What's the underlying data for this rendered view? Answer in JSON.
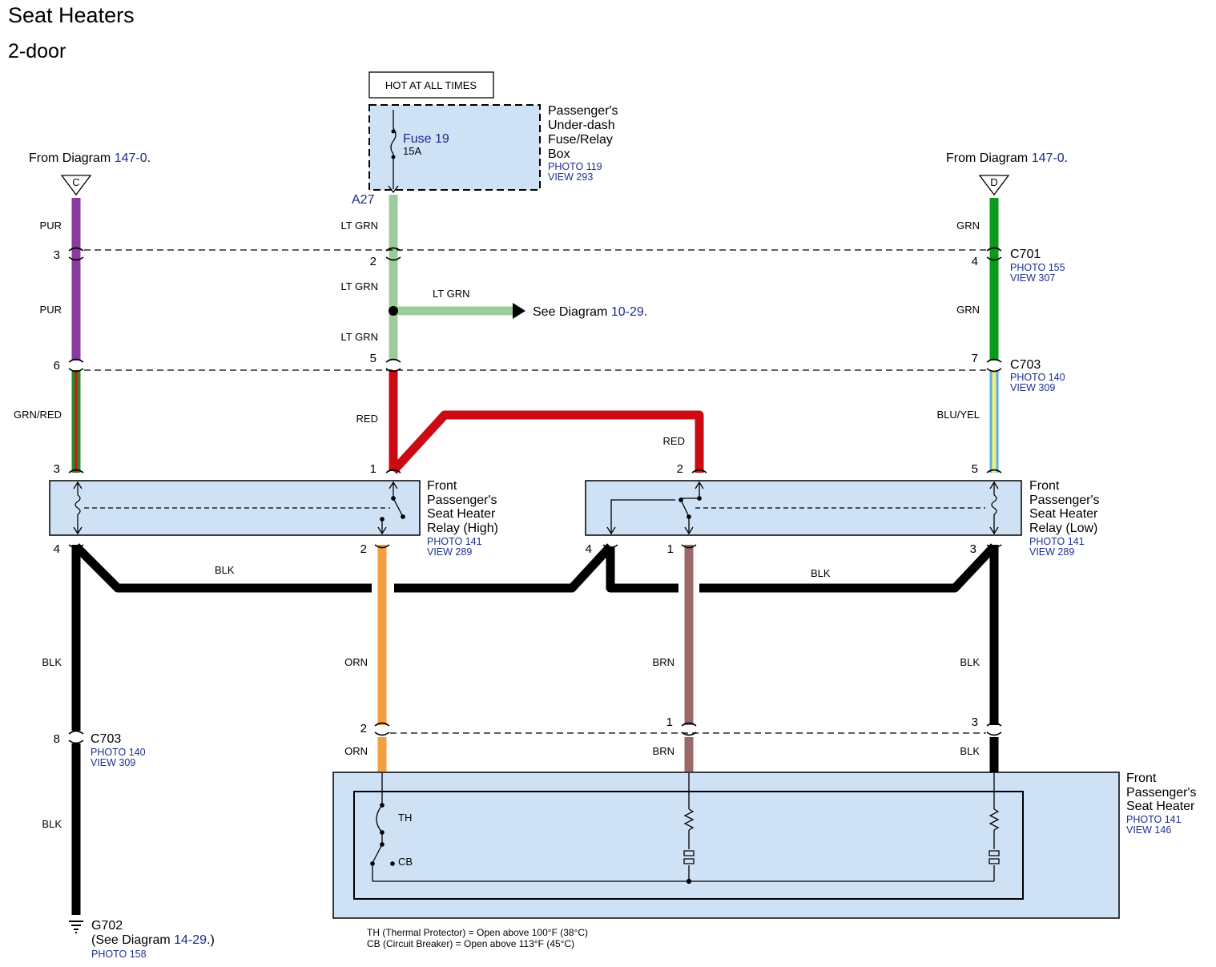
{
  "page": {
    "title": "Seat Heaters",
    "subtitle": "2-door"
  },
  "power": {
    "hot_label": "HOT AT ALL TIMES",
    "fuse_name": "Fuse 19",
    "fuse_rating": "15A",
    "fuse_box_label": [
      "Passenger's",
      "Under-dash",
      "Fuse/Relay",
      "Box"
    ],
    "fuse_box_photo": "PHOTO 119",
    "fuse_box_view": "VIEW 293",
    "terminal": "A27"
  },
  "sources": {
    "left": {
      "prefix": "From  Diagram  ",
      "ref": "147-0",
      "suffix": ".",
      "letter": "C"
    },
    "right": {
      "prefix": "From  Diagram  ",
      "ref": "147-0",
      "suffix": ".",
      "letter": "D"
    }
  },
  "see_diagram": {
    "prefix": "See  Diagram  ",
    "ref": "10-29",
    "suffix": "."
  },
  "connectors": {
    "c701": {
      "name": "C701",
      "photo": "PHOTO 155",
      "view": "VIEW 307"
    },
    "c703_top": {
      "name": "C703",
      "photo": "PHOTO 140",
      "view": "VIEW 309"
    },
    "c703_left": {
      "name": "C703",
      "photo": "PHOTO 140",
      "view": "VIEW 309"
    }
  },
  "relay_high": {
    "label": [
      "Front",
      "Passenger's",
      "Seat Heater",
      "Relay (High)"
    ],
    "photo": "PHOTO 141",
    "view": "VIEW 289"
  },
  "relay_low": {
    "label": [
      "Front",
      "Passenger's",
      "Seat Heater",
      "Relay (Low)"
    ],
    "photo": "PHOTO 141",
    "view": "VIEW 289"
  },
  "heater": {
    "label": [
      "Front",
      "Passenger's",
      "Seat Heater"
    ],
    "photo": "PHOTO 141",
    "view": "VIEW 146",
    "th": "TH",
    "cb": "CB"
  },
  "ground": {
    "name": "G702",
    "prefix": "(See  Diagram  ",
    "ref": "14-29",
    "suffix": ".)",
    "photo": "PHOTO 158"
  },
  "notes": [
    "TH (Thermal Protector) = Open above 100°F (38°C)",
    "CB (Circuit Breaker) = Open above 113°F (45°C)"
  ],
  "wire_labels": {
    "pur1": "PUR",
    "pur2": "PUR",
    "grnred": "GRN/RED",
    "ltgrn1": "LT GRN",
    "ltgrn2": "LT GRN",
    "ltgrn3": "LT GRN",
    "ltgrn_branch": "LT GRN",
    "red1": "RED",
    "red2": "RED",
    "grn1": "GRN",
    "grn2": "GRN",
    "bluyel": "BLU/YEL",
    "blk_top_left": "BLK",
    "blk_top_right": "BLK",
    "blk_left1": "BLK",
    "blk_left2": "BLK",
    "orn1": "ORN",
    "orn2": "ORN",
    "brn1": "BRN",
    "brn2": "BRN",
    "blk_right1": "BLK",
    "blk_right2": "BLK"
  },
  "pins": {
    "c701_left": "3",
    "c701_mid": "2",
    "c701_right": "4",
    "c703_left": "6",
    "c703_mid": "5",
    "c703_right": "7",
    "rh_top_left": "3",
    "rh_top_right": "1",
    "rh_bot_left": "4",
    "rh_bot_right": "2",
    "rl_top": "2",
    "rl_top_right": "5",
    "rl_bot_left": "4",
    "rl_bot_mid": "1",
    "rl_bot_right": "3",
    "lower_left": "8",
    "lower_orn": "2",
    "lower_brn": "1",
    "lower_blk": "3"
  },
  "wire_colors": {
    "pur": "#8b3a9e",
    "lt_grn": "#9ccc9c",
    "grn": "#0a9a1a",
    "red": "#cc0a14",
    "blk": "#000000",
    "orn": "#f5a040",
    "brn": "#9a6a6a",
    "blu": "#5bb0e0",
    "yel": "#f0f080",
    "grn_stripe": "#2e8a2e",
    "red_stripe": "#c81818",
    "box_fill": "#cfe2f5",
    "ref_text": "#1f2f8f"
  }
}
